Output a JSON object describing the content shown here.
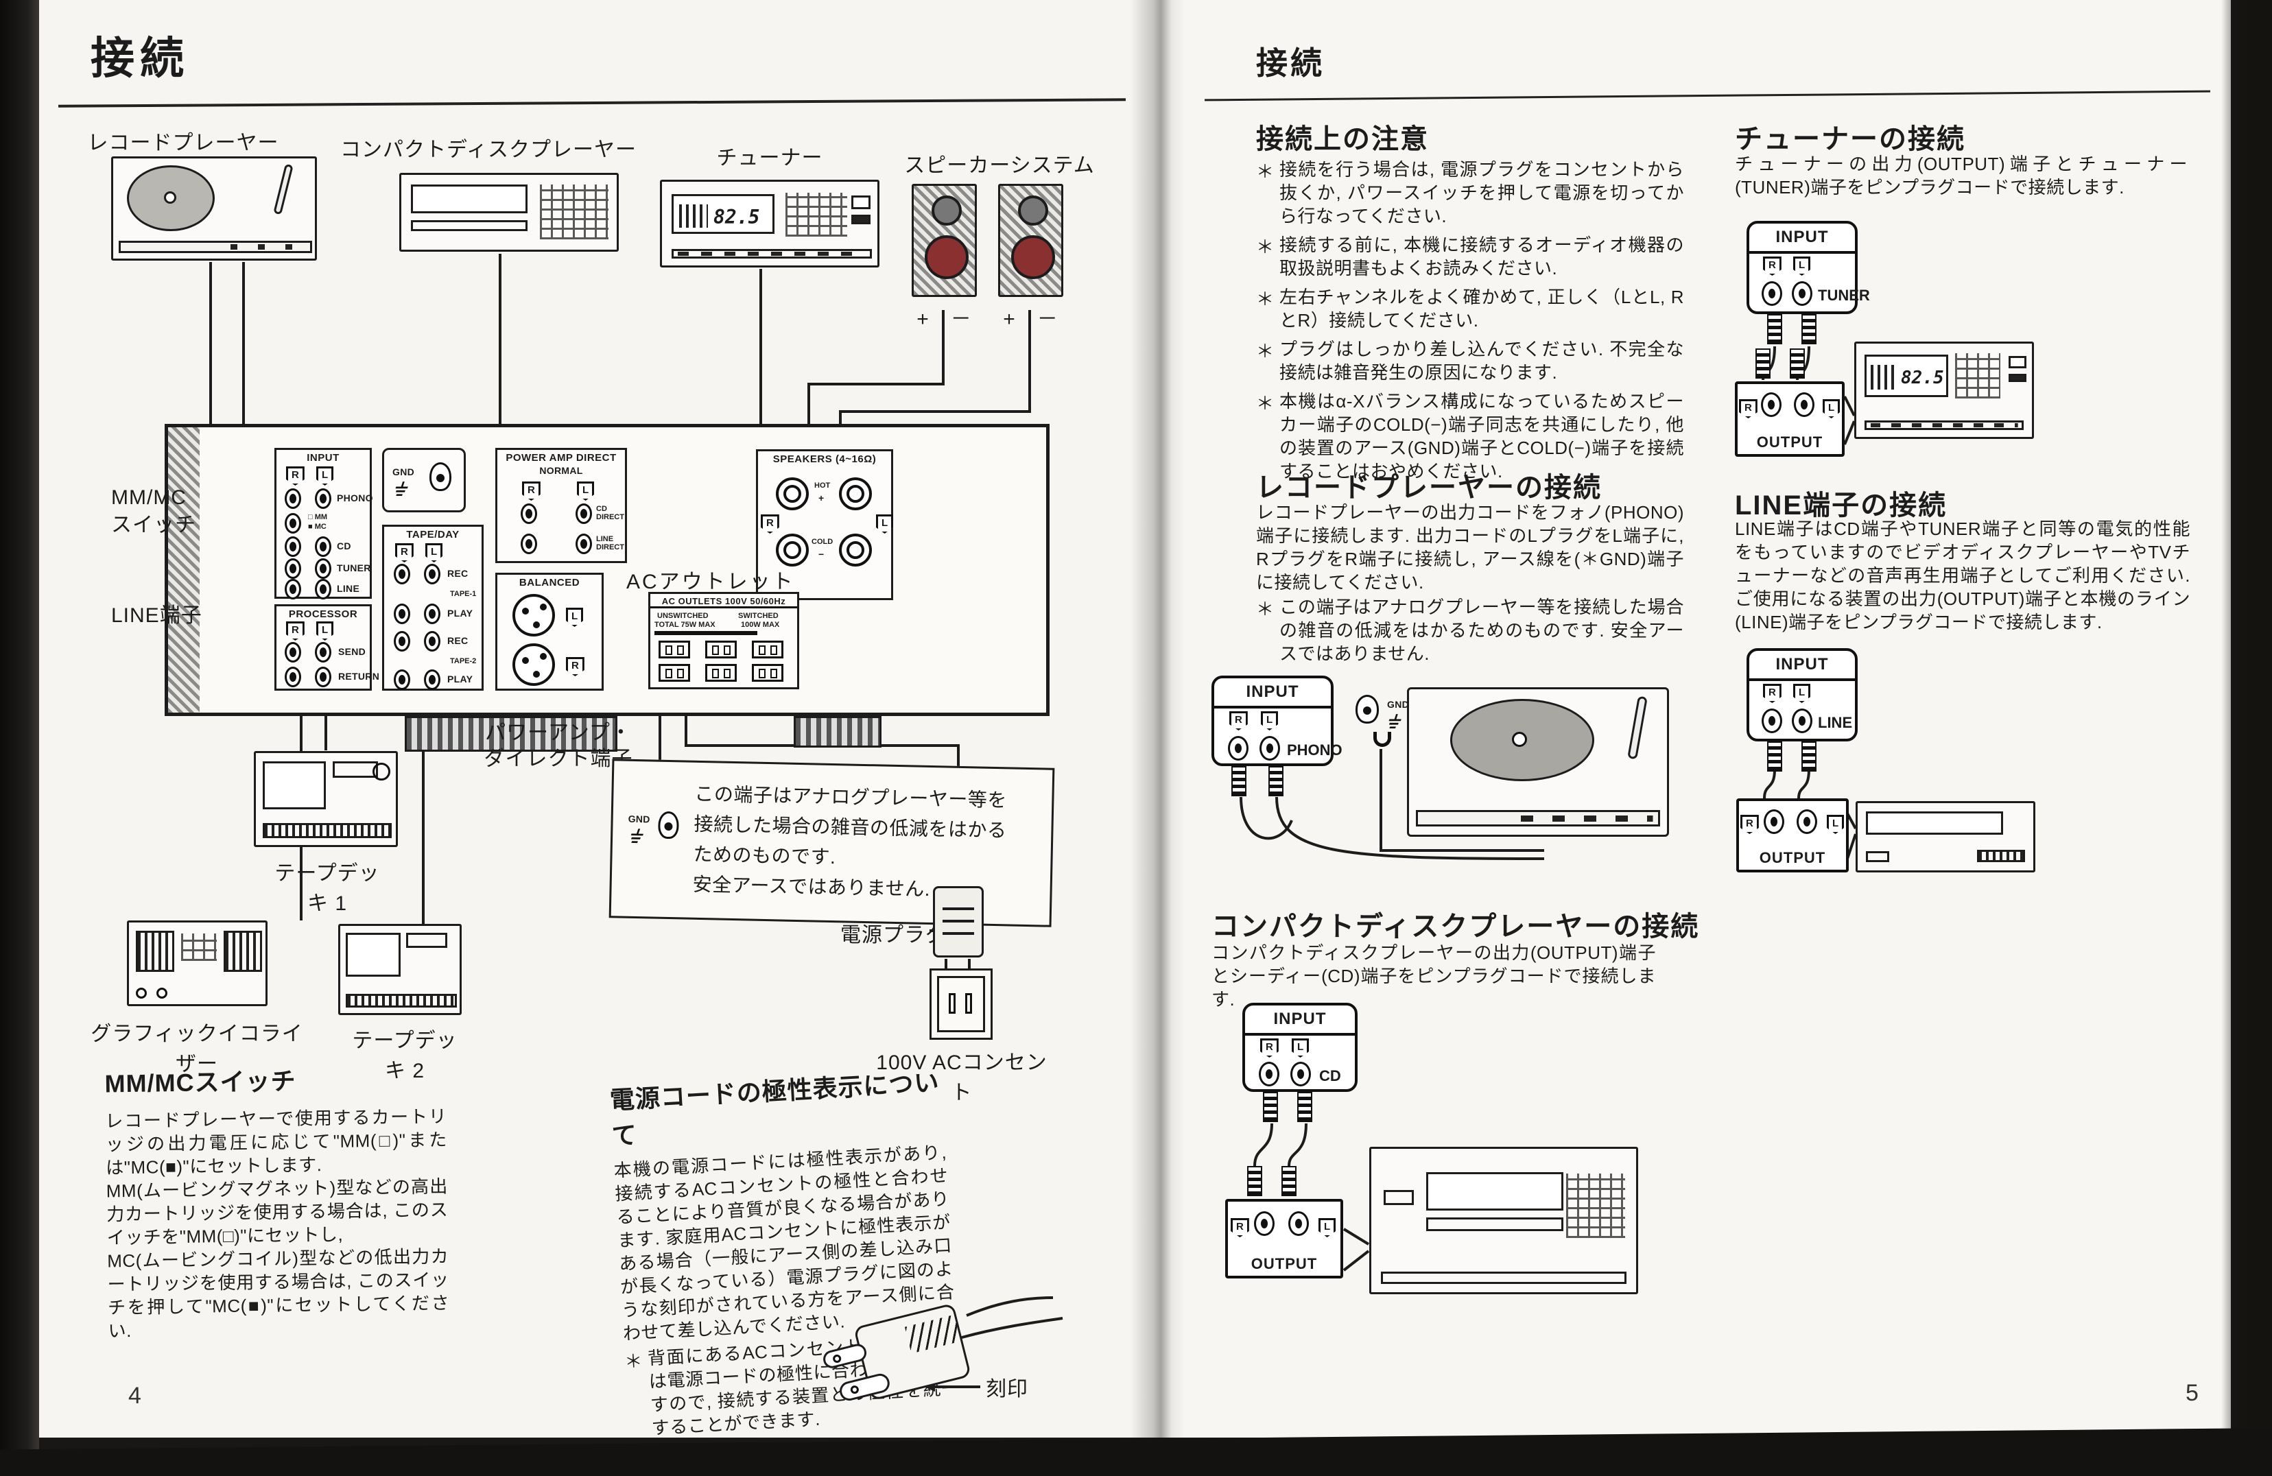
{
  "shared": {
    "r": "R",
    "l": "L",
    "input": "INPUT",
    "output": "OUTPUT",
    "gnd": "GND",
    "tuner_freq": "82.5"
  },
  "page_left": {
    "page_number": "4",
    "title": "接続",
    "device_labels": {
      "record_player": "レコードプレーヤー",
      "cd_player": "コンパクトディスクプレーヤー",
      "tuner": "チューナー",
      "speakers": "スピーカーシステム",
      "tape_deck_1": "テープデッキ 1",
      "graphic_equalizer": "グラフィックイコライザー",
      "tape_deck_2": "テープデッキ 2"
    },
    "speaker_polarity": "+　－",
    "rear_panel": {
      "input": {
        "title": "INPUT",
        "phono": "PHONO",
        "mm": "□ MM",
        "mc": "■ MC",
        "cd": "CD",
        "tuner": "TUNER",
        "line": "LINE"
      },
      "processor": {
        "title": "PROCESSOR",
        "send": "SEND",
        "return": "RETURN"
      },
      "tape_day": {
        "title": "TAPE/DAY",
        "rec": "REC",
        "play": "PLAY",
        "tape1": "TAPE-1",
        "tape2": "TAPE-2"
      },
      "power_amp_direct": {
        "title": "POWER AMP DIRECT",
        "normal": "NORMAL",
        "cd_direct": "CD DIRECT",
        "line_direct": "LINE DIRECT"
      },
      "balanced": {
        "title": "BALANCED"
      },
      "speakers": {
        "title": "SPEAKERS (4~16Ω)",
        "hot": "HOT",
        "plus": "+",
        "cold": "COLD",
        "minus": "−"
      },
      "ac_outlets": {
        "title": "AC OUTLETS 100V 50/60Hz",
        "unswitched_1": "UNSWITCHED",
        "unswitched_2": "TOTAL 75W MAX",
        "switched_1": "SWITCHED",
        "switched_2": "100W MAX"
      }
    },
    "callouts": {
      "mm_mc": "MM/MC\nスイッチ",
      "line": "LINE端子",
      "ac_outlet": "ACアウトレット",
      "power_amp_direct": "パワーアンプ・\nダイレクト端子",
      "power_plug": "電源プラグ",
      "wall_outlet": "100V ACコンセント",
      "engraving": "刻印"
    },
    "note_box": "この端子はアナログプレーヤー等を\n接続した場合の雑音の低減をはかる\nためのものです.\n安全アースではありません.",
    "mm_mc_section": {
      "heading": "MM/MCスイッチ",
      "body": "レコードプレーヤーで使用するカートリッジの出力電圧に応じて\"MM(□)\"または\"MC(■)\"にセットします.\nMM(ムービングマグネット)型などの高出力カートリッジを使用する場合は, このスイッチを\"MM(□)\"にセットし,\nMC(ムービングコイル)型などの低出力カートリッジを使用する場合は, このスイッチを押して\"MC(■)\"にセットしてください."
    },
    "polarity_section": {
      "heading": "電源コードの極性表示について",
      "body": "本機の電源コードには極性表示があり, 接続するACコンセントの極性と合わせることにより音質が良くなる場合があります. 家庭用ACコンセントに極性表示がある場合（一般にアース側の差し込み口が長くなっている）電源プラグに図のような刻印がされている方をアース側に合わせて差し込んでください.",
      "note_bullet": "＊",
      "note": "背面にあるACコンセントの極性表示は電源コードの極性に合わせてありますので, 接続する装置との極性を統一することができます."
    }
  },
  "page_right": {
    "page_number": "5",
    "title": "接続",
    "cautions": {
      "heading": "接続上の注意",
      "bullet": "＊",
      "items": [
        "接続を行う場合は, 電源プラグをコンセントから抜くか, パワースイッチを押して電源を切ってから行なってください.",
        "接続する前に, 本機に接続するオーディオ機器の取扱説明書もよくお読みください.",
        "左右チャンネルをよく確かめて, 正しく（LとL, RとR）接続してください.",
        "プラグはしっかり差し込んでください. 不完全な接続は雑音発生の原因になります.",
        "本機はα-Xバランス構成になっているためスピーカー端子のCOLD(−)端子同志を共通にしたり, 他の装置のアース(GND)端子とCOLD(−)端子を接続することはおやめください."
      ]
    },
    "phono_section": {
      "heading": "レコードプレーヤーの接続",
      "body": "レコードプレーヤーの出力コードをフォノ(PHONO)端子に接続します. 出力コードのLプラグをL端子に, RプラグをR端子に接続し, アース線を(＊GND)端子に接続してください.",
      "note_bullet": "＊",
      "note": "この端子はアナログプレーヤー等を接続した場合の雑音の低減をはかるためのものです. 安全アースではありません."
    },
    "cd_section": {
      "heading": "コンパクトディスクプレーヤーの接続",
      "body": "コンパクトディスクプレーヤーの出力(OUTPUT)端子とシーディー(CD)端子をピンプラグコードで接続します."
    },
    "tuner_section": {
      "heading": "チューナーの接続",
      "body": "チューナーの出力(OUTPUT)端子とチューナー(TUNER)端子をピンプラグコードで接続します."
    },
    "line_section": {
      "heading": "LINE端子の接続",
      "body": "LINE端子はCD端子やTUNER端子と同等の電気的性能をもっていますのでビデオディスクプレーヤーやTVチューナーなどの音声再生用端子としてご利用ください. ご使用になる装置の出力(OUTPUT)端子と本機のライン(LINE)端子をピンプラグコードで接続します."
    },
    "diagrams": {
      "phono": "PHONO",
      "tuner": "TUNER",
      "line": "LINE",
      "cd": "CD"
    }
  }
}
